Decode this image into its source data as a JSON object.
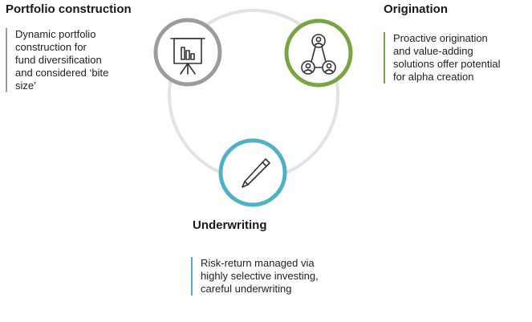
{
  "nodes": [
    {
      "key": "portfolio",
      "heading": "Portfolio construction",
      "description_lines": [
        "Dynamic portfolio",
        "construction for",
        "fund diversification",
        "and considered ‘bite",
        "size’"
      ],
      "color": "#9a9c9e",
      "icon": "presentation-board-icon"
    },
    {
      "key": "origination",
      "heading": "Origination",
      "description_lines": [
        "Proactive origination",
        "and value-adding",
        "solutions offer potential",
        "for alpha creation"
      ],
      "color": "#78a443",
      "icon": "people-network-icon"
    },
    {
      "key": "underwriting",
      "heading": "Underwriting",
      "description_lines": [
        "Risk-return managed via",
        "highly selective investing,",
        "careful underwriting"
      ],
      "color": "#4fb1c6",
      "icon": "pencil-icon"
    }
  ],
  "ring_color": "#e3e3e3",
  "icon_color": "#333333"
}
